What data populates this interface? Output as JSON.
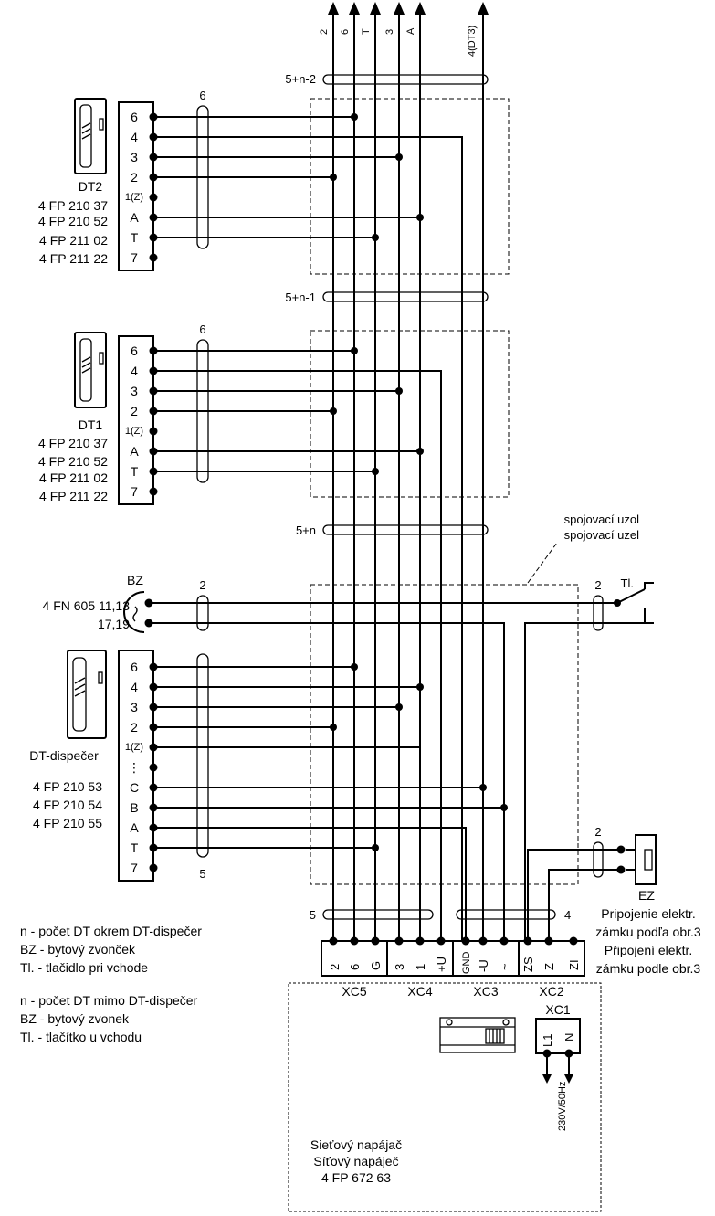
{
  "top": {
    "labels": [
      "2",
      "6",
      "T",
      "3",
      "A",
      "4(DT3)"
    ]
  },
  "bundles": {
    "b1": "5+n-2",
    "b2": "5+n-1",
    "b3": "5+n",
    "b4": "5",
    "b5": "4"
  },
  "node": {
    "line1": "spojovací uzol",
    "line2": "spojovací uzel"
  },
  "dt2": {
    "name": "DT2",
    "codes": [
      "4 FP 210 37",
      "4 FP 210 52",
      "4 FP 211 02",
      "4 FP 211 22"
    ],
    "terms": [
      "6",
      "4",
      "3",
      "2",
      "1(Z)",
      "A",
      "T",
      "7"
    ],
    "count": "6"
  },
  "dt1": {
    "name": "DT1",
    "codes": [
      "4 FP 210 37",
      "4 FP 210 52",
      "4 FP 211 02",
      "4 FP 211 22"
    ],
    "terms": [
      "6",
      "4",
      "3",
      "2",
      "1(Z)",
      "A",
      "T",
      "7"
    ],
    "count": "6"
  },
  "bz": {
    "name": "BZ",
    "codes": [
      "4 FN 605 11,13",
      "17,19"
    ],
    "count": "2"
  },
  "tl": {
    "name": "Tl.",
    "count": "2"
  },
  "disp": {
    "name": "DT-dispečer",
    "codes": [
      "4 FP 210 53",
      "4 FP 210 54",
      "4 FP 210 55"
    ],
    "terms": [
      "6",
      "4",
      "3",
      "2",
      "1(Z)",
      "⋮",
      "C",
      "B",
      "A",
      "T",
      "7"
    ],
    "count": "5"
  },
  "ez": {
    "name": "EZ",
    "count": "2",
    "notes": [
      "Pripojenie elektr.",
      "zámku podľa obr.3",
      "Připojení elektr.",
      "zámku podle obr.3"
    ]
  },
  "legend": [
    "n - počet DT okrem DT-dispečer",
    "BZ - bytový zvonček",
    "Tl. - tlačidlo pri vchode",
    "n - počet DT mimo DT-dispečer",
    "BZ - bytový zvonek",
    "Tl. - tlačítko u vchodu"
  ],
  "psu": {
    "xc5": {
      "name": "XC5",
      "terms": [
        "2",
        "6",
        "G"
      ]
    },
    "xc4": {
      "name": "XC4",
      "terms": [
        "3",
        "1",
        "+U"
      ]
    },
    "xc3": {
      "name": "XC3",
      "terms": [
        "GND",
        "-U",
        "~"
      ]
    },
    "xc2": {
      "name": "XC2",
      "terms": [
        "ZS",
        "Z",
        "ZI"
      ]
    },
    "xc1": {
      "name": "XC1",
      "terms": [
        "L1",
        "N"
      ]
    },
    "mains": "230V/50Hz",
    "title": [
      "Sieťový napájač",
      "Síťový napáječ",
      "4 FP 672 63"
    ]
  }
}
